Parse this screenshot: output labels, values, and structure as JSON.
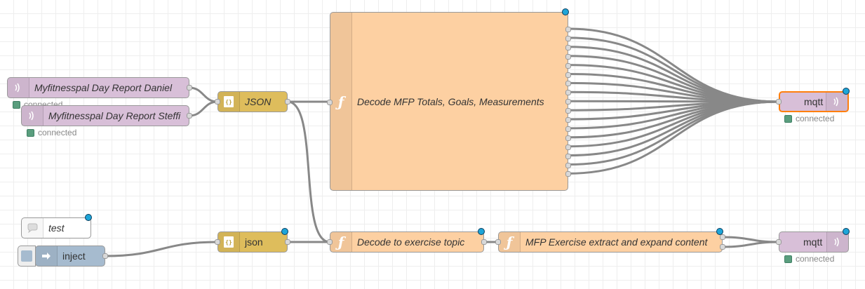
{
  "nodes": {
    "mfp_report_daniel": {
      "label": "Myfitnesspal Day Report Daniel",
      "status": "connected",
      "icon": "mqtt-wifi-icon"
    },
    "mfp_report_steffi": {
      "label": "Myfitnesspal Day Report Steffi",
      "status": "connected",
      "icon": "mqtt-wifi-icon"
    },
    "json_upper": {
      "label": "JSON",
      "icon": "json-braces-icon"
    },
    "decode_mfp": {
      "label": "Decode MFP Totals, Goals, Measurements",
      "icon": "function-icon",
      "outputs": 17
    },
    "mqtt_out_upper": {
      "label": "mqtt",
      "status": "connected",
      "icon": "mqtt-wifi-icon"
    },
    "test_comment": {
      "label": "test",
      "icon": "comment-icon"
    },
    "inject": {
      "label": "inject",
      "icon": "inject-arrow-icon"
    },
    "json_lower": {
      "label": "json",
      "icon": "json-braces-icon"
    },
    "decode_exercise": {
      "label": "Decode to exercise topic",
      "icon": "function-icon"
    },
    "mfp_exercise": {
      "label": "MFP Exercise extract and expand content",
      "icon": "function-icon"
    },
    "mqtt_out_lower": {
      "label": "mqtt",
      "status": "connected",
      "icon": "mqtt-wifi-icon"
    }
  },
  "colors": {
    "mqtt": "#d8bfd8",
    "json": "#debd5c",
    "function": "#fdd0a2",
    "inject": "#a6bbcf",
    "comment": "#ffffff",
    "wire": "#888888",
    "selected": "#ff7f0e",
    "changed_dot": "#1ea5d8",
    "connected": "#5a9e7e"
  }
}
